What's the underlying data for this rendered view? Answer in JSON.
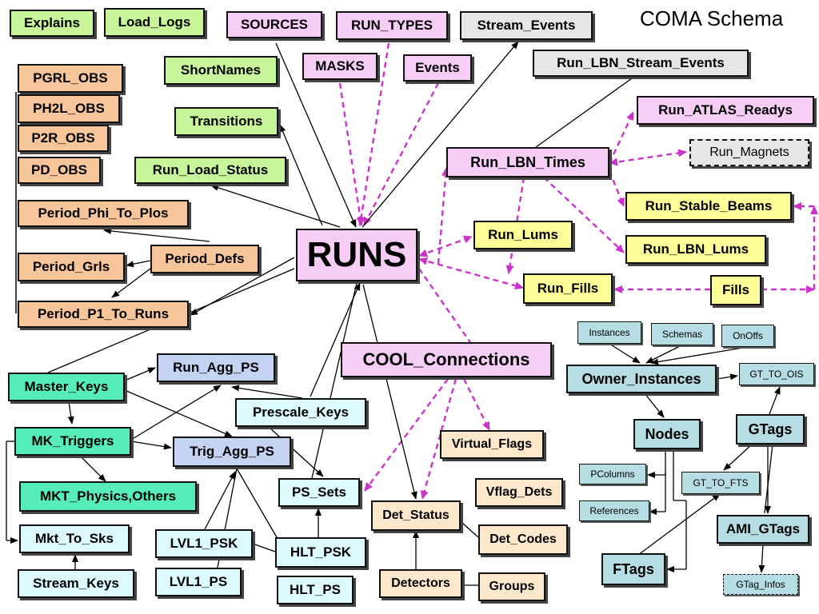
{
  "title": "COMA Schema",
  "colors": {
    "green": "#c8f59a",
    "pink": "#f5cdf5",
    "gray": "#e6e6e6",
    "orange": "#f7c59a",
    "yellow": "#ffff99",
    "teal": "#b5dde3",
    "mint": "#55eebb",
    "lightcyan": "#ddfaff",
    "lavender": "#c4d3f2",
    "cream": "#fde8cc",
    "solid_edge": "#000000",
    "dashed_edge": "#cc33cc"
  },
  "nodes": [
    {
      "id": "explains",
      "label": "Explains",
      "color": "green"
    },
    {
      "id": "load_logs",
      "label": "Load_Logs",
      "color": "green"
    },
    {
      "id": "sources",
      "label": "SOURCES",
      "color": "pink"
    },
    {
      "id": "run_types",
      "label": "RUN_TYPES",
      "color": "pink"
    },
    {
      "id": "stream_events",
      "label": "Stream_Events",
      "color": "gray"
    },
    {
      "id": "masks",
      "label": "MASKS",
      "color": "pink"
    },
    {
      "id": "events",
      "label": "Events",
      "color": "pink"
    },
    {
      "id": "shortnames",
      "label": "ShortNames",
      "color": "green"
    },
    {
      "id": "run_lbn_stream_events",
      "label": "Run_LBN_Stream_Events",
      "color": "gray"
    },
    {
      "id": "pgrl_obs",
      "label": "PGRL_OBS",
      "color": "orange"
    },
    {
      "id": "ph2l_obs",
      "label": "PH2L_OBS",
      "color": "orange"
    },
    {
      "id": "p2r_obs",
      "label": "P2R_OBS",
      "color": "orange"
    },
    {
      "id": "pd_obs",
      "label": "PD_OBS",
      "color": "orange"
    },
    {
      "id": "transitions",
      "label": "Transitions",
      "color": "green"
    },
    {
      "id": "run_atlas_readys",
      "label": "Run_ATLAS_Readys",
      "color": "pink"
    },
    {
      "id": "run_lbn_times",
      "label": "Run_LBN_Times",
      "color": "pink"
    },
    {
      "id": "run_magnets",
      "label": "Run_Magnets",
      "color": "gray"
    },
    {
      "id": "run_load_status",
      "label": "Run_Load_Status",
      "color": "green"
    },
    {
      "id": "period_phi_to_plos",
      "label": "Period_Phi_To_Plos",
      "color": "orange"
    },
    {
      "id": "run_stable_beams",
      "label": "Run_Stable_Beams",
      "color": "yellow"
    },
    {
      "id": "runs",
      "label": "RUNS",
      "color": "pink"
    },
    {
      "id": "run_lums",
      "label": "Run_Lums",
      "color": "yellow"
    },
    {
      "id": "run_lbn_lums",
      "label": "Run_LBN_Lums",
      "color": "yellow"
    },
    {
      "id": "period_defs",
      "label": "Period_Defs",
      "color": "orange"
    },
    {
      "id": "period_grls",
      "label": "Period_Grls",
      "color": "orange"
    },
    {
      "id": "run_fills",
      "label": "Run_Fills",
      "color": "yellow"
    },
    {
      "id": "fills",
      "label": "Fills",
      "color": "yellow"
    },
    {
      "id": "period_p1_to_runs",
      "label": "Period_P1_To_Runs",
      "color": "orange"
    },
    {
      "id": "instances",
      "label": "Instances",
      "color": "teal"
    },
    {
      "id": "schemas",
      "label": "Schemas",
      "color": "teal"
    },
    {
      "id": "onoffs",
      "label": "OnOffs",
      "color": "teal"
    },
    {
      "id": "cool_connections",
      "label": "COOL_Connections",
      "color": "pink"
    },
    {
      "id": "run_agg_ps",
      "label": "Run_Agg_PS",
      "color": "lavender"
    },
    {
      "id": "master_keys",
      "label": "Master_Keys",
      "color": "mint"
    },
    {
      "id": "owner_instances",
      "label": "Owner_Instances",
      "color": "teal"
    },
    {
      "id": "gt_to_ois",
      "label": "GT_TO_OIS",
      "color": "teal"
    },
    {
      "id": "prescale_keys",
      "label": "Prescale_Keys",
      "color": "lightcyan"
    },
    {
      "id": "nodes",
      "label": "Nodes",
      "color": "teal"
    },
    {
      "id": "gtags",
      "label": "GTags",
      "color": "teal"
    },
    {
      "id": "mk_triggers",
      "label": "MK_Triggers",
      "color": "mint"
    },
    {
      "id": "virtual_flags",
      "label": "Virtual_Flags",
      "color": "cream"
    },
    {
      "id": "trig_agg_ps",
      "label": "Trig_Agg_PS",
      "color": "lavender"
    },
    {
      "id": "pcolumns",
      "label": "PColumns",
      "color": "teal"
    },
    {
      "id": "gt_to_fts",
      "label": "GT_TO_FTS",
      "color": "teal"
    },
    {
      "id": "mkt_physics_others",
      "label": "MKT_Physics,Others",
      "color": "mint"
    },
    {
      "id": "ps_sets",
      "label": "PS_Sets",
      "color": "lightcyan"
    },
    {
      "id": "vflag_dets",
      "label": "Vflag_Dets",
      "color": "cream"
    },
    {
      "id": "references",
      "label": "References",
      "color": "teal"
    },
    {
      "id": "det_status",
      "label": "Det_Status",
      "color": "cream"
    },
    {
      "id": "ami_gtags",
      "label": "AMI_GTags",
      "color": "teal"
    },
    {
      "id": "mkt_to_sks",
      "label": "Mkt_To_Sks",
      "color": "lightcyan"
    },
    {
      "id": "lvl1_psk",
      "label": "LVL1_PSK",
      "color": "lightcyan"
    },
    {
      "id": "det_codes",
      "label": "Det_Codes",
      "color": "cream"
    },
    {
      "id": "hlt_psk",
      "label": "HLT_PSK",
      "color": "lightcyan"
    },
    {
      "id": "ftags",
      "label": "FTags",
      "color": "teal"
    },
    {
      "id": "lvl1_ps",
      "label": "LVL1_PS",
      "color": "lightcyan"
    },
    {
      "id": "stream_keys",
      "label": "Stream_Keys",
      "color": "lightcyan"
    },
    {
      "id": "detectors",
      "label": "Detectors",
      "color": "cream"
    },
    {
      "id": "groups",
      "label": "Groups",
      "color": "cream"
    },
    {
      "id": "hlt_ps",
      "label": "HLT_PS",
      "color": "lightcyan"
    },
    {
      "id": "gtag_infos",
      "label": "GTag_Infos",
      "color": "teal"
    }
  ]
}
